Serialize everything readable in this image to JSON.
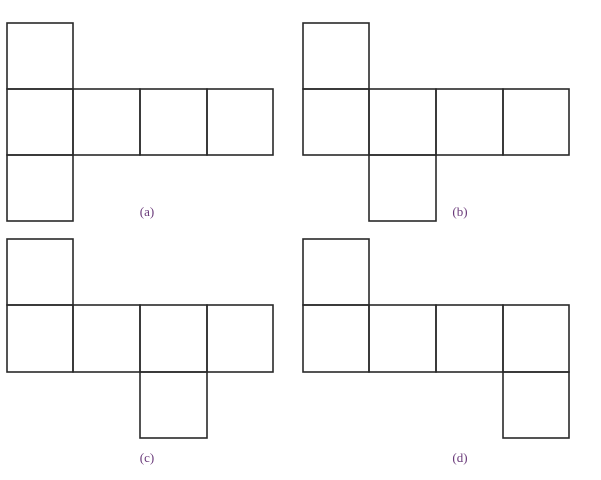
{
  "figure": {
    "stroke_color": "#2a2a2a",
    "caption_color": "#6a3a7a",
    "nets": [
      {
        "id": "a",
        "caption": "(a)"
      },
      {
        "id": "b",
        "caption": "(b)"
      },
      {
        "id": "c",
        "caption": "(c)"
      },
      {
        "id": "d",
        "caption": "(d)"
      }
    ]
  }
}
